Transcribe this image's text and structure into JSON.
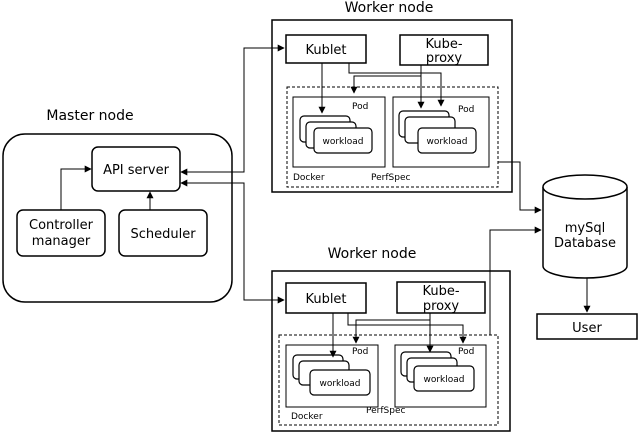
{
  "master": {
    "title": "Master node",
    "api_server": "API server",
    "controller_manager_line1": "Controller",
    "controller_manager_line2": "manager",
    "scheduler": "Scheduler"
  },
  "worker_top": {
    "title": "Worker node",
    "kublet": "Kublet",
    "kube_proxy_line1": "Kube-",
    "kube_proxy_line2": "proxy",
    "pod_left": "Pod",
    "pod_right": "Pod",
    "workload_left": "workload",
    "workload_right": "workload",
    "docker": "Docker",
    "perfspec": "PerfSpec"
  },
  "worker_bottom": {
    "title": "Worker node",
    "kublet": "Kublet",
    "kube_proxy_line1": "Kube-",
    "kube_proxy_line2": "proxy",
    "pod_left": "Pod",
    "pod_right": "Pod",
    "workload_left": "workload",
    "workload_right": "workload",
    "docker": "Docker",
    "perfspec": "PerfSpec"
  },
  "database": {
    "line1": "mySql",
    "line2": "Database"
  },
  "user": "User"
}
